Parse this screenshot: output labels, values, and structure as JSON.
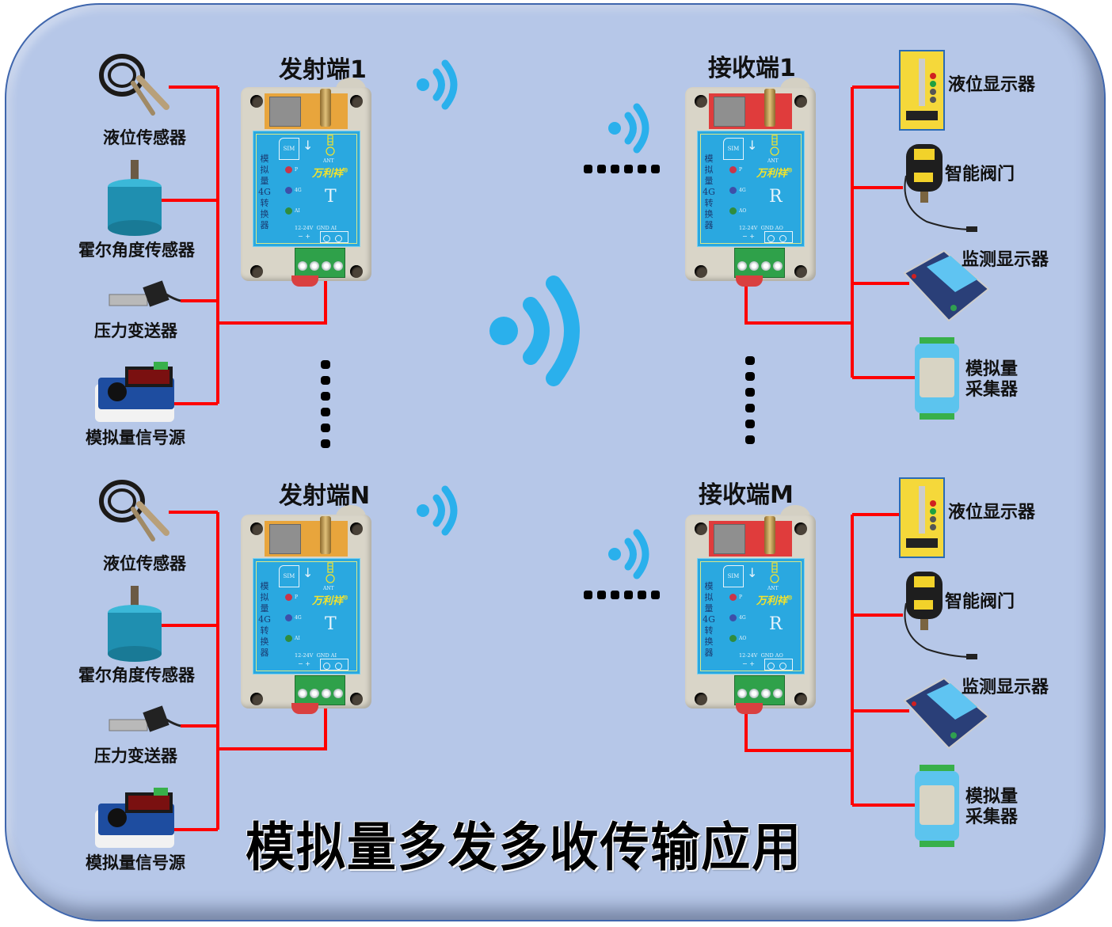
{
  "diagram": {
    "title": "模拟量多发多收传输应用",
    "colors": {
      "background": "#b6c7e8",
      "border": "#3f66ad",
      "wire": "#ff0000",
      "wireless": "#2ab0ec",
      "device_label": "#2aa8e0"
    },
    "transmitters": [
      {
        "title": "发射端1",
        "mode_letter": "T",
        "port_label": "AI",
        "inputs": [
          "液位传感器",
          "霍尔角度传感器",
          "压力变送器",
          "模拟量信号源"
        ]
      },
      {
        "title": "发射端N",
        "mode_letter": "T",
        "port_label": "AI",
        "inputs": [
          "液位传感器",
          "霍尔角度传感器",
          "压力变送器",
          "模拟量信号源"
        ]
      }
    ],
    "receivers": [
      {
        "title": "接收端1",
        "mode_letter": "R",
        "port_label": "AO",
        "outputs": [
          "液位显示器",
          "智能阀门",
          "监测显示器",
          "模拟量\n采集器"
        ],
        "outputs_line1": [
          "液位显示器",
          "智能阀门",
          "监测显示器",
          "模拟量"
        ],
        "output4_line2": "采集器"
      },
      {
        "title": "接收端M",
        "mode_letter": "R",
        "port_label": "AO",
        "outputs": [
          "液位显示器",
          "智能阀门",
          "监测显示器",
          "模拟量\n采集器"
        ],
        "outputs_line1": [
          "液位显示器",
          "智能阀门",
          "监测显示器",
          "模拟量"
        ],
        "output4_line2": "采集器"
      }
    ],
    "device_panel": {
      "vertical_text": "模拟量4G转换器",
      "vertical_chars": [
        "模",
        "拟",
        "量",
        "4G",
        "转",
        "换",
        "器"
      ],
      "sim_label": "SIM",
      "antenna_label": "ANT",
      "brand": "万利祥",
      "brand_mark": "®",
      "leds": [
        "P",
        "4G"
      ],
      "power_label": "12-24V",
      "gnd_label": "GND",
      "power_polarity": "−   +"
    },
    "icons": [
      "wireless-signal-icon",
      "ellipsis-dots"
    ]
  }
}
